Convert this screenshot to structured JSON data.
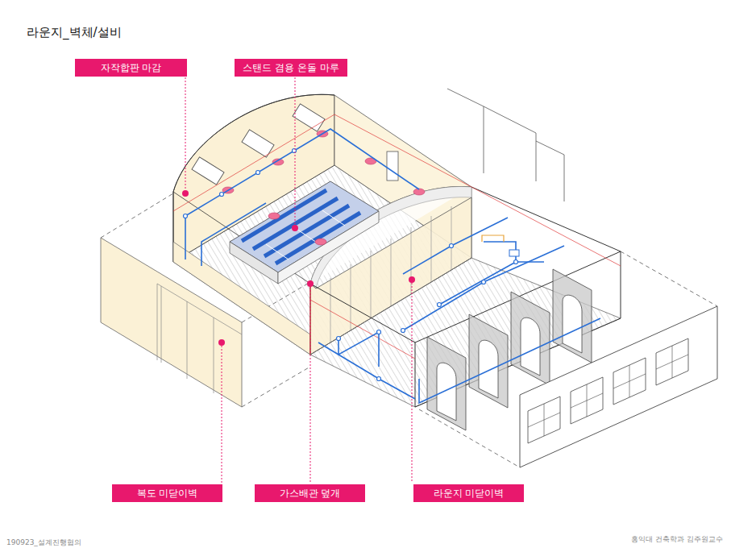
{
  "diagram": {
    "title": "라운지_벽체/설비",
    "nodes": [
      {
        "text": [
          "자작합판 마감"
        ]
      },
      {
        "text": [
          "스탠드 겸용 온돌 마루"
        ]
      },
      {
        "text": [
          "복도 미닫이벽"
        ]
      },
      {
        "text": [
          "가스배관 덮개"
        ]
      },
      {
        "text": [
          "라운지 미닫이벽"
        ]
      }
    ],
    "labels": [
      "190923_설계진행협의",
      "홍익대 건축학과 김주원교수"
    ]
  }
}
